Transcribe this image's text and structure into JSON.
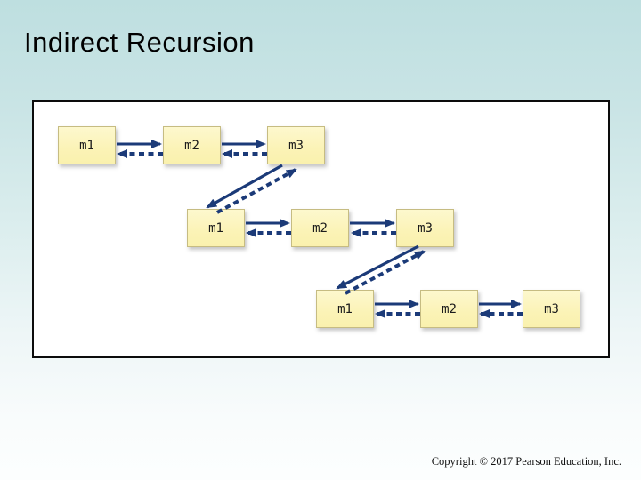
{
  "slide": {
    "title": "Indirect Recursion",
    "copyright": "Copyright © 2017 Pearson Education, Inc."
  },
  "diagram": {
    "rows": [
      {
        "boxes": [
          {
            "label": "m1"
          },
          {
            "label": "m2"
          },
          {
            "label": "m3"
          }
        ]
      },
      {
        "boxes": [
          {
            "label": "m1"
          },
          {
            "label": "m2"
          },
          {
            "label": "m3"
          }
        ]
      },
      {
        "boxes": [
          {
            "label": "m1"
          },
          {
            "label": "m2"
          },
          {
            "label": "m3"
          }
        ]
      }
    ],
    "colors": {
      "arrow": "#1b3a78",
      "box_fill": "#fbf3b6",
      "box_border": "#c6bc82",
      "panel_background": "#ffffff",
      "panel_border": "#0c0c0c",
      "background_top": "#bedfe0",
      "background_bottom": "#fcfefe"
    }
  }
}
